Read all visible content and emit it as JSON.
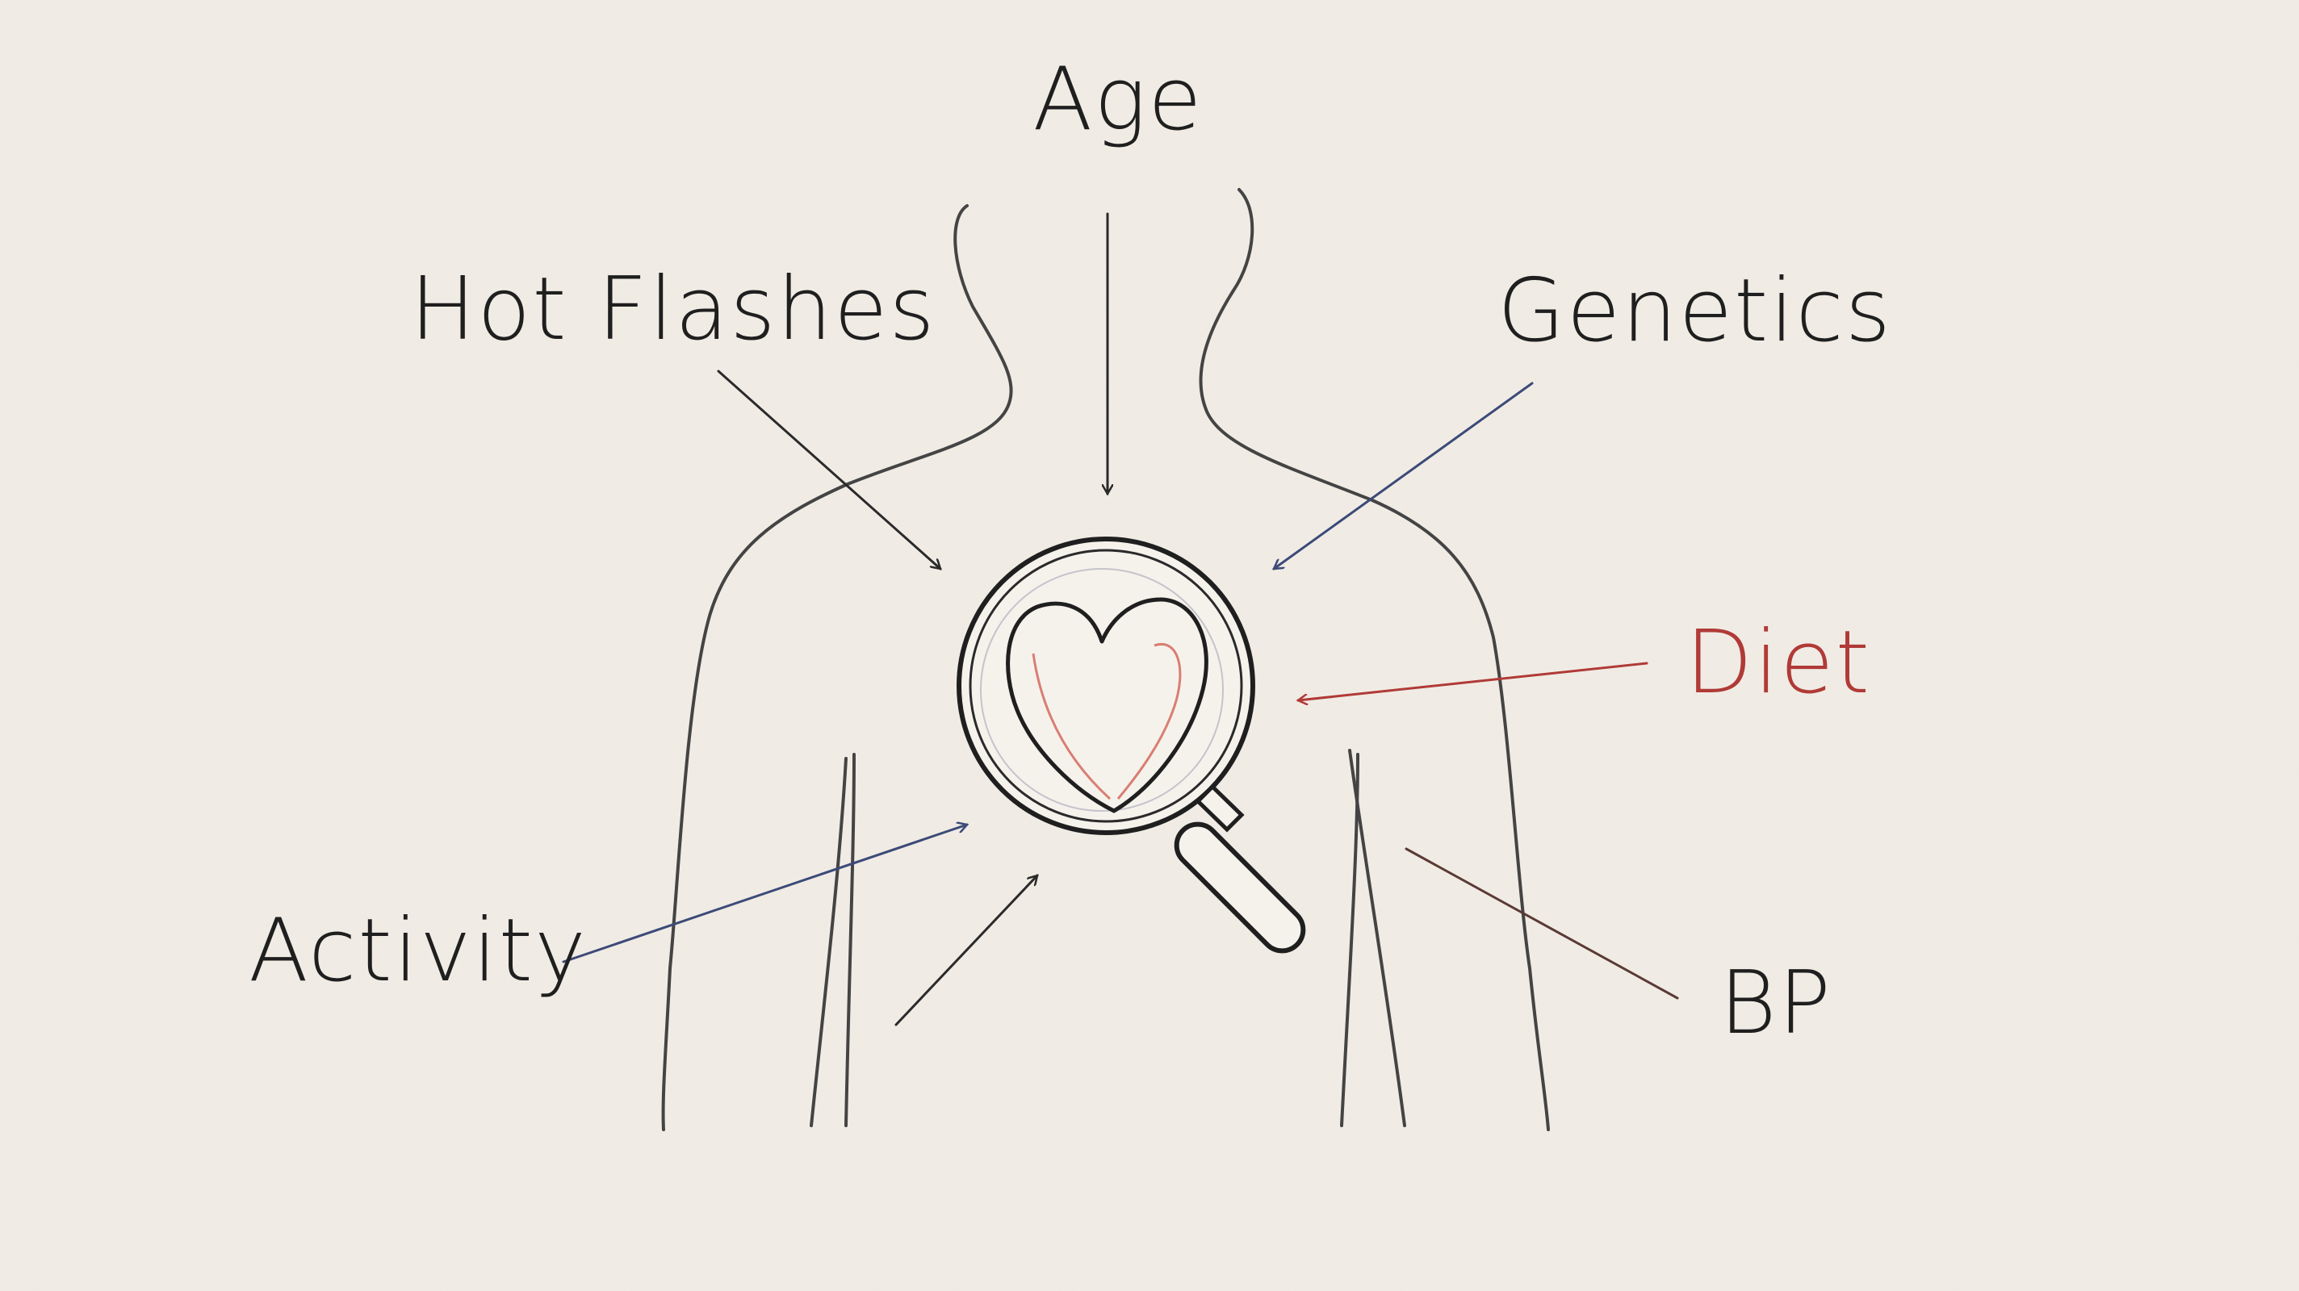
{
  "diagram": {
    "center": "heart-under-magnifying-glass",
    "factors": [
      {
        "key": "age",
        "label": "Age",
        "color": "#1f1f1f"
      },
      {
        "key": "hot_flashes",
        "label": "Hot Flashes",
        "color": "#1f1f1f"
      },
      {
        "key": "genetics",
        "label": "Genetics",
        "color": "#1f1f1f"
      },
      {
        "key": "diet",
        "label": "Diet",
        "color": "#b03a37"
      },
      {
        "key": "activity",
        "label": "Activity",
        "color": "#1f1f1f"
      },
      {
        "key": "bp",
        "label": "BP",
        "color": "#1f1f1f"
      }
    ],
    "colors": {
      "paper": "#f2eee7",
      "ink": "#1f1f1f",
      "pencil": "#4a4a4a",
      "blue_arrow": "#3c4a78",
      "red_arrow": "#b03a37",
      "brown_line": "#5a3a35",
      "heart_red": "#d46a5e"
    }
  }
}
